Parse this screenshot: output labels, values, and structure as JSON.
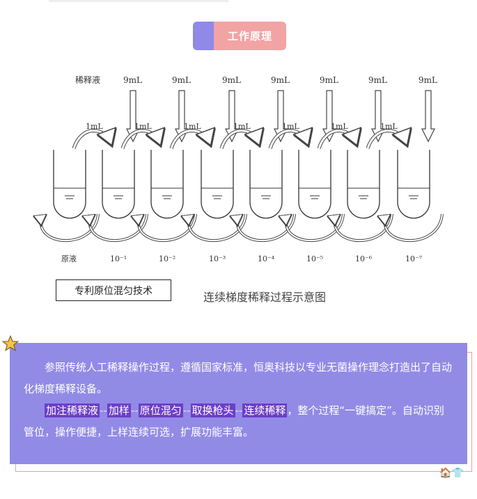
{
  "section_title": "工作原理",
  "diagram": {
    "diluent_label": "稀释液",
    "volume_9ml": "9mL",
    "volume_1ml": "1mL",
    "tube_labels": [
      "原液",
      "10⁻¹",
      "10⁻²",
      "10⁻³",
      "10⁻⁴",
      "10⁻⁵",
      "10⁻⁶",
      "10⁻⁷"
    ],
    "patent_box": "专利原位混匀技术",
    "caption": "连续梯度稀释过程示意图"
  },
  "card": {
    "paragraph1": "参照传统人工稀释操作过程，遵循国家标准，恒奥科技以专业无菌操作理念打造出了自动化梯度稀释设备。",
    "steps": [
      "加注稀释液",
      "加样",
      "原位混匀",
      "取换枪头",
      "连续稀释"
    ],
    "separator": "--",
    "tail": "，整个过程“一键搞定”。自动识别管位，操作便捷，上样连续可选，扩展功能丰富。"
  },
  "icons": [
    "star-icon",
    "house-icon",
    "hat-icon"
  ],
  "colors": {
    "accent_purple": "#918be6",
    "accent_pink": "#f2a3a4",
    "highlight": "#6c3fc6"
  }
}
